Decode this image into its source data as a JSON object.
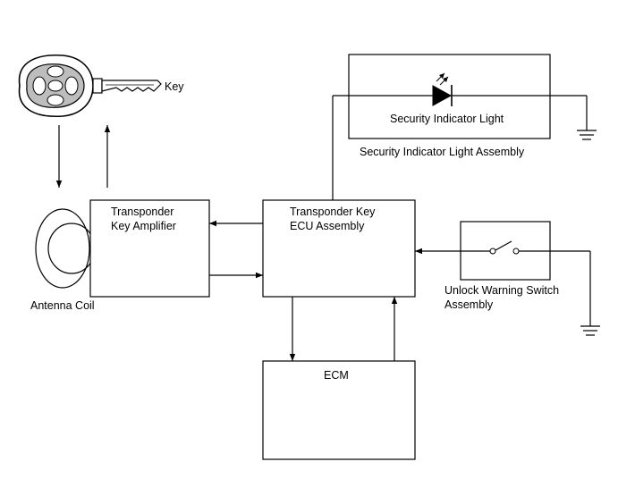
{
  "labels": {
    "key": "Key",
    "transponder_amp_line1": "Transponder",
    "transponder_amp_line2": "Key Amplifier",
    "ecu_line1": "Transponder Key",
    "ecu_line2": "ECU Assembly",
    "security_light": "Security Indicator Light",
    "security_light_assembly": "Security Indicator Light Assembly",
    "unlock_switch_line1": "Unlock Warning Switch",
    "unlock_switch_line2": "Assembly",
    "antenna_coil": "Antenna Coil",
    "ecm": "ECM"
  }
}
